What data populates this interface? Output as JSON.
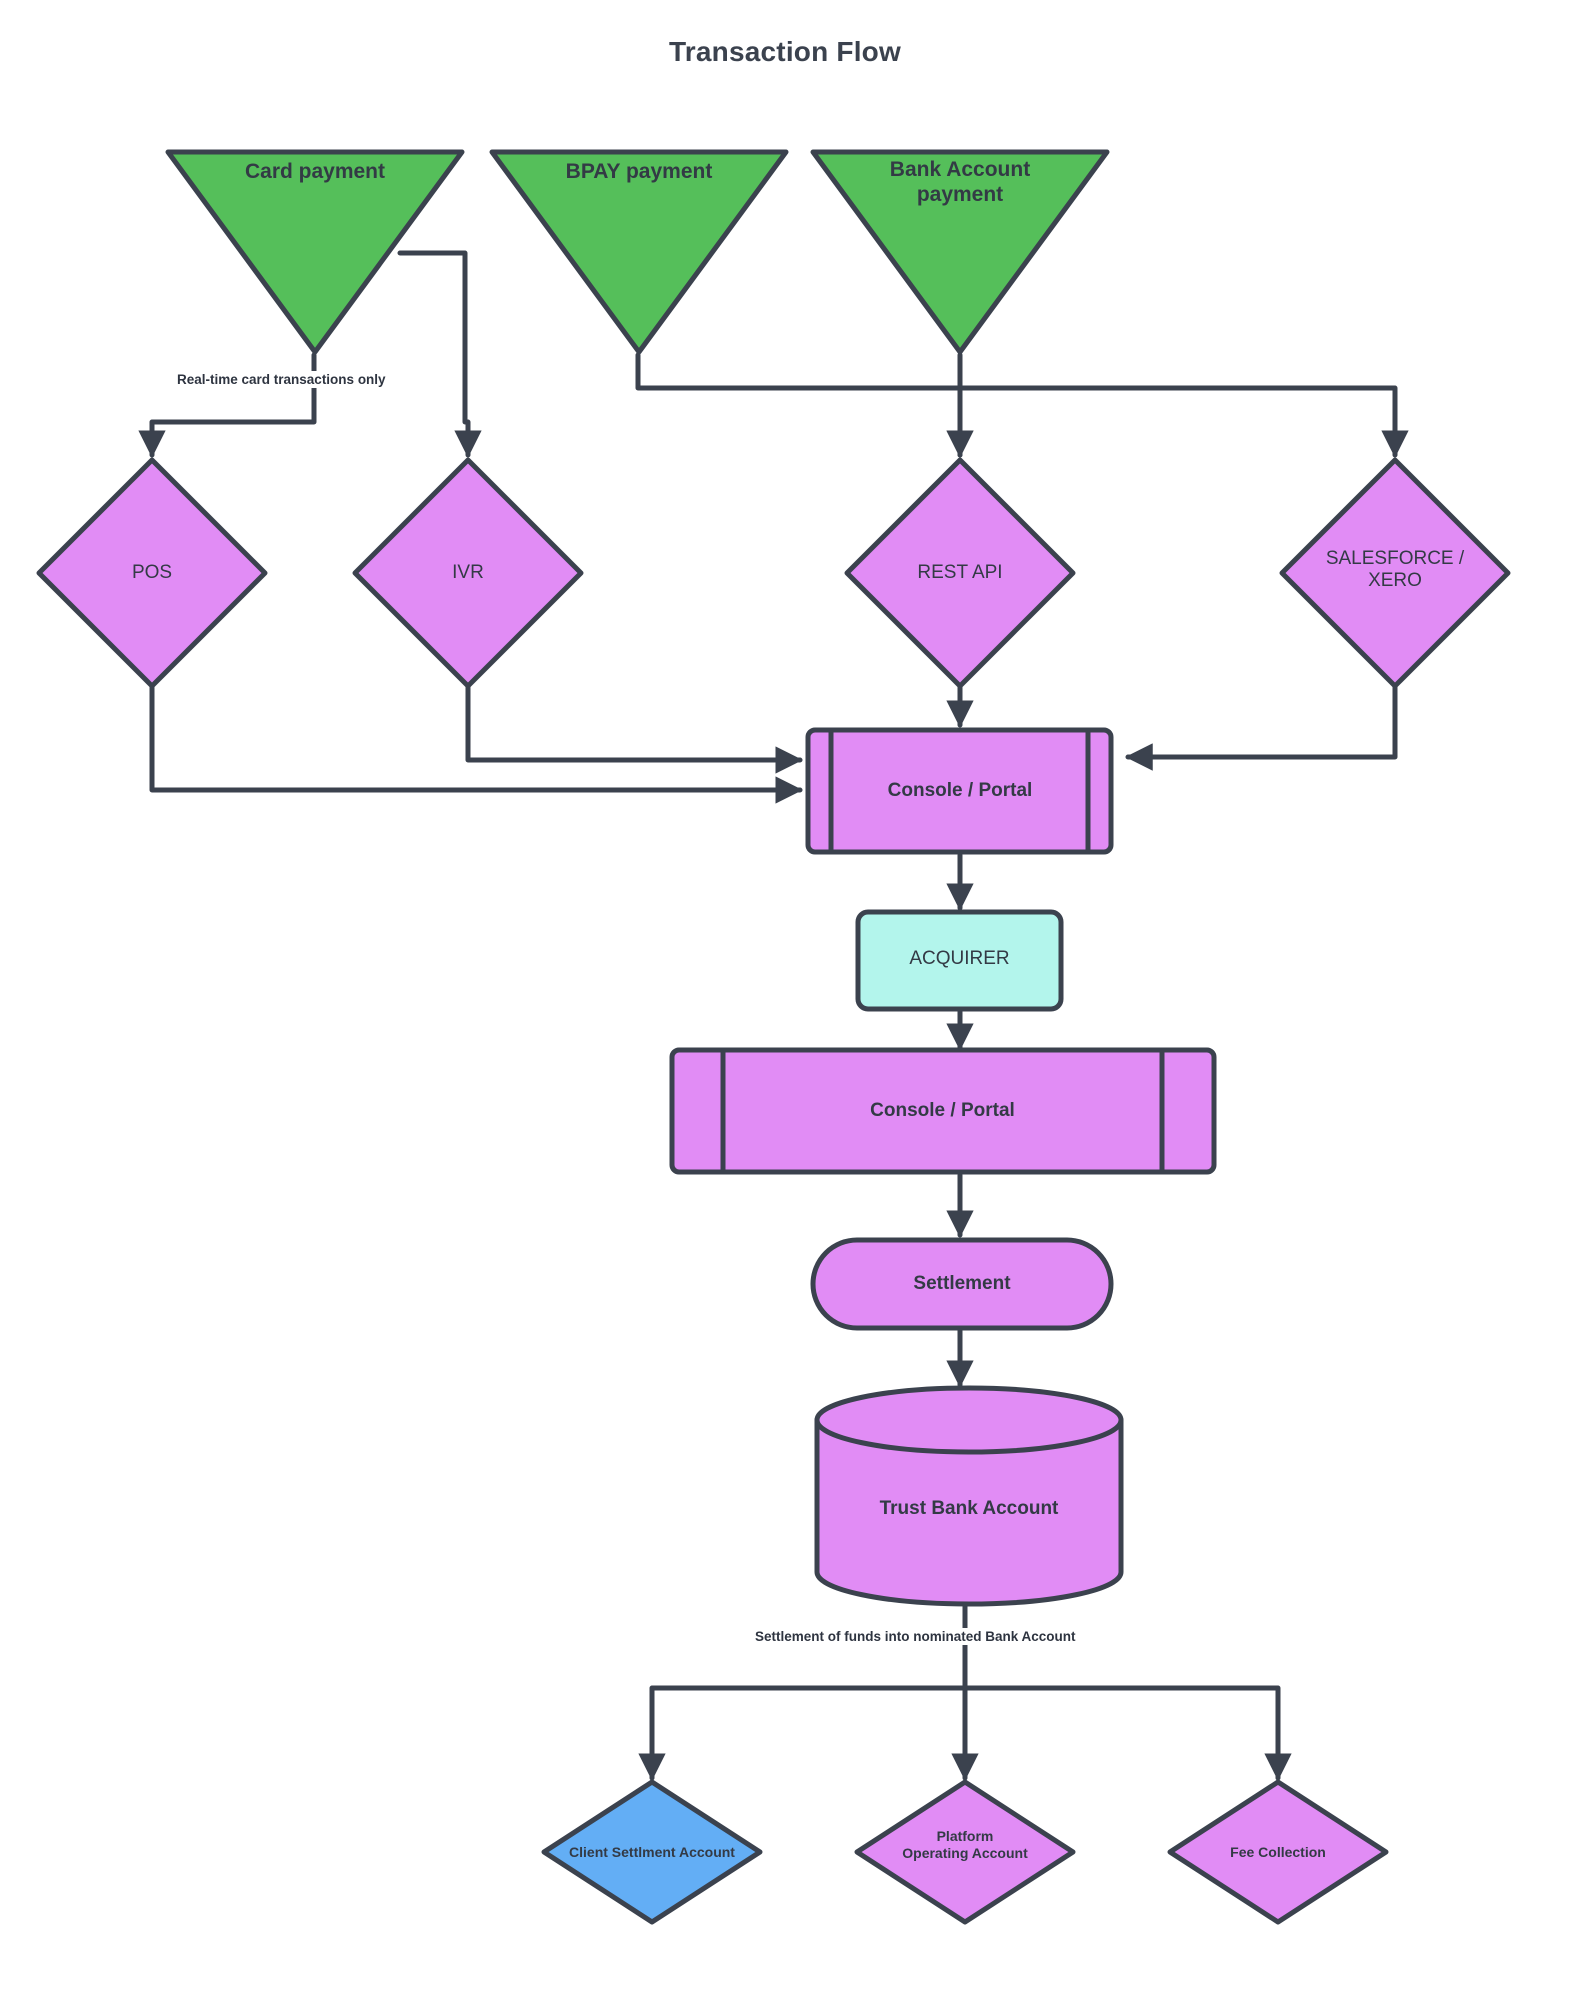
{
  "diagram": {
    "title": "Transaction Flow",
    "type": "flowchart",
    "direction": "top-down",
    "colors": {
      "stroke": "#3b424e",
      "green_fill": "#55bf5a",
      "purple_fill": "#e18cf5",
      "teal_fill": "#b3f5ec",
      "blue_fill": "#63aef5",
      "text": "#333a45",
      "background": "#ffffff"
    }
  },
  "nodes": [
    {
      "id": "card_payment",
      "label": "Card payment",
      "shape": "inverted-triangle",
      "fill": "#55bf5a"
    },
    {
      "id": "bpay_payment",
      "label": "BPAY payment",
      "shape": "inverted-triangle",
      "fill": "#55bf5a"
    },
    {
      "id": "bank_account_payment",
      "label": "Bank Account\npayment",
      "shape": "inverted-triangle",
      "fill": "#55bf5a"
    },
    {
      "id": "pos",
      "label": "POS",
      "shape": "diamond",
      "fill": "#e18cf5"
    },
    {
      "id": "ivr",
      "label": "IVR",
      "shape": "diamond",
      "fill": "#e18cf5"
    },
    {
      "id": "rest_api",
      "label": "REST API",
      "shape": "diamond",
      "fill": "#e18cf5"
    },
    {
      "id": "salesforce_xero",
      "label": "SALESFORCE /\nXERO",
      "shape": "diamond",
      "fill": "#e18cf5"
    },
    {
      "id": "console_portal_1",
      "label": "Console / Portal",
      "shape": "subroutine",
      "fill": "#e18cf5"
    },
    {
      "id": "acquirer",
      "label": "ACQUIRER",
      "shape": "rounded-rect",
      "fill": "#b3f5ec"
    },
    {
      "id": "console_portal_2",
      "label": "Console / Portal",
      "shape": "subroutine",
      "fill": "#e18cf5"
    },
    {
      "id": "settlement",
      "label": "Settlement",
      "shape": "stadium",
      "fill": "#e18cf5"
    },
    {
      "id": "trust_bank_account",
      "label": "Trust Bank Account",
      "shape": "cylinder",
      "fill": "#e18cf5"
    },
    {
      "id": "client_settlment_account",
      "label": "Client Settlment Account",
      "shape": "diamond",
      "fill": "#63aef5"
    },
    {
      "id": "platform_operating_account",
      "label": "Platform\nOperating Account",
      "shape": "diamond",
      "fill": "#e18cf5"
    },
    {
      "id": "fee_collection",
      "label": "Fee Collection",
      "shape": "diamond",
      "fill": "#e18cf5"
    }
  ],
  "node_labels": {
    "card_payment": "Card payment",
    "bpay_payment": "BPAY payment",
    "bank_account_payment_l1": "Bank Account",
    "bank_account_payment_l2": "payment",
    "pos": "POS",
    "ivr": "IVR",
    "rest_api": "REST API",
    "salesforce_xero_l1": "SALESFORCE /",
    "salesforce_xero_l2": "XERO",
    "console_portal_1": "Console / Portal",
    "acquirer": "ACQUIRER",
    "console_portal_2": "Console / Portal",
    "settlement": "Settlement",
    "trust_bank_account": "Trust Bank Account",
    "client_settlment_account": "Client Settlment Account",
    "platform_operating_account_l1": "Platform",
    "platform_operating_account_l2": "Operating Account",
    "fee_collection": "Fee Collection"
  },
  "edges": [
    {
      "from": "card_payment",
      "to": "pos",
      "label": "Real-time card transactions only"
    },
    {
      "from": "card_payment",
      "to": "ivr",
      "label": ""
    },
    {
      "from": "bpay_payment",
      "to": "rest_api",
      "label": ""
    },
    {
      "from": "bank_account_payment",
      "to": "rest_api",
      "label": ""
    },
    {
      "from": "bank_account_payment",
      "to": "salesforce_xero",
      "label": ""
    },
    {
      "from": "pos",
      "to": "console_portal_1",
      "label": ""
    },
    {
      "from": "ivr",
      "to": "console_portal_1",
      "label": ""
    },
    {
      "from": "rest_api",
      "to": "console_portal_1",
      "label": ""
    },
    {
      "from": "salesforce_xero",
      "to": "console_portal_1",
      "label": ""
    },
    {
      "from": "console_portal_1",
      "to": "acquirer",
      "label": ""
    },
    {
      "from": "acquirer",
      "to": "console_portal_2",
      "label": ""
    },
    {
      "from": "console_portal_2",
      "to": "settlement",
      "label": ""
    },
    {
      "from": "settlement",
      "to": "trust_bank_account",
      "label": ""
    },
    {
      "from": "trust_bank_account",
      "to": "client_settlment_account",
      "label": "Settlement of funds into nominated Bank Account"
    },
    {
      "from": "trust_bank_account",
      "to": "platform_operating_account",
      "label": ""
    },
    {
      "from": "trust_bank_account",
      "to": "fee_collection",
      "label": ""
    }
  ],
  "edge_labels": {
    "realtime": "Real-time card transactions only",
    "settlement_funds": "Settlement of funds into nominated Bank Account"
  }
}
